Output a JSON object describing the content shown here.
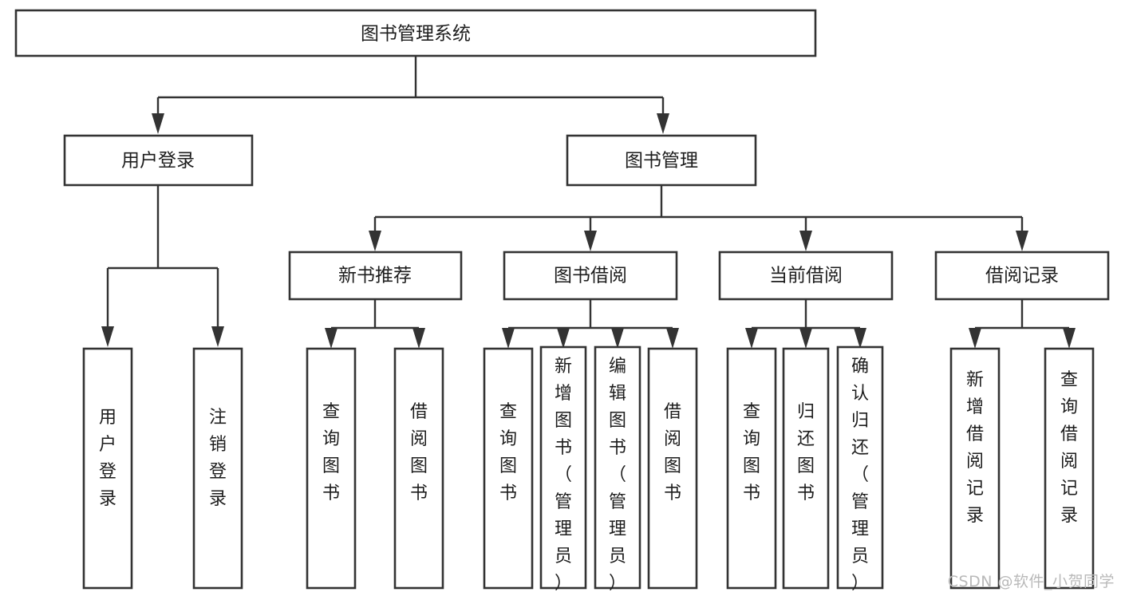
{
  "diagram": {
    "title": "图书管理系统",
    "type": "hierarchy-tree",
    "root": {
      "id": "root",
      "label": "图书管理系统"
    },
    "level1": [
      {
        "id": "user-login",
        "label": "用户登录"
      },
      {
        "id": "book-management",
        "label": "图书管理"
      }
    ],
    "level2": [
      {
        "id": "new-book-recommend",
        "label": "新书推荐",
        "parent": "book-management"
      },
      {
        "id": "book-borrow",
        "label": "图书借阅",
        "parent": "book-management"
      },
      {
        "id": "current-borrow",
        "label": "当前借阅",
        "parent": "book-management"
      },
      {
        "id": "borrow-record",
        "label": "借阅记录",
        "parent": "book-management"
      }
    ],
    "leaves": {
      "user-login": [
        {
          "id": "leaf-user-login",
          "label": "用户登录"
        },
        {
          "id": "leaf-logout-login",
          "label": "注销登录"
        }
      ],
      "new-book-recommend": [
        {
          "id": "leaf-query-book-1",
          "label": "查询图书"
        },
        {
          "id": "leaf-borrow-book-1",
          "label": "借阅图书"
        }
      ],
      "book-borrow": [
        {
          "id": "leaf-query-book-2",
          "label": "查询图书"
        },
        {
          "id": "leaf-add-book-admin",
          "label": "新增图书（管理员）"
        },
        {
          "id": "leaf-edit-book-admin",
          "label": "编辑图书（管理员）"
        },
        {
          "id": "leaf-borrow-book-2",
          "label": "借阅图书"
        }
      ],
      "current-borrow": [
        {
          "id": "leaf-query-book-3",
          "label": "查询图书"
        },
        {
          "id": "leaf-return-book",
          "label": "归还图书"
        },
        {
          "id": "leaf-confirm-return-admin",
          "label": "确认归还（管理员）"
        }
      ],
      "borrow-record": [
        {
          "id": "leaf-add-borrow-record",
          "label": "新增借阅记录"
        },
        {
          "id": "leaf-query-borrow-record",
          "label": "查询借阅记录"
        }
      ]
    }
  },
  "watermark": {
    "text": "CSDN @软件_小贺同学"
  },
  "colors": {
    "box_stroke": "#333333",
    "box_fill": "#ffffff",
    "text": "#1d1d1d",
    "background": "#ffffff",
    "watermark": "#b9b9b9"
  }
}
